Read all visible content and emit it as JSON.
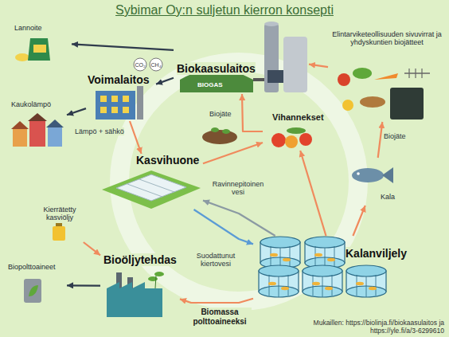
{
  "diagram": {
    "title": "Sybimar Oy:n suljetun kierron konsepti",
    "caption": "Mukaillen: https://biolinja.fi/biokaasulaitos ja https://yle.fi/a/3-6299610",
    "nodes": [
      {
        "text": [
          "Lannoite"
        ]
      },
      {
        "text": [
          "Biokaasulaitos"
        ]
      },
      {
        "text": [
          "Elintarviketeollisuuden sivuvirrat ja yhdyskuntien biojätteet"
        ]
      },
      {
        "text": [
          "Voimalaitos"
        ]
      },
      {
        "text": [
          "Kaukolämpö"
        ]
      },
      {
        "text": [
          "Kasvihuone"
        ]
      },
      {
        "text": [
          "Vihannekset"
        ]
      },
      {
        "text": [
          "Kala"
        ]
      },
      {
        "text": [
          "Kalanviljely"
        ]
      },
      {
        "text": [
          "Kierrätetty kasviöljy"
        ]
      },
      {
        "text": [
          "Bioöljytehdas"
        ]
      },
      {
        "text": [
          "Biopolttoaineet"
        ]
      }
    ],
    "edges": [
      {
        "from": 2,
        "to": 1,
        "arrow": "to"
      },
      {
        "from": 1,
        "to": 0,
        "arrow": "to"
      },
      {
        "from": 1,
        "to": 3,
        "arrow": "to"
      },
      {
        "from": 3,
        "to": 4,
        "arrow": "to"
      },
      {
        "from": 3,
        "to": 5,
        "label": "Lämpö + sähkö",
        "arrow": "to"
      },
      {
        "from": 5,
        "to": 6,
        "arrow": "to"
      },
      {
        "from": 6,
        "to": 1,
        "label": "Biojäte",
        "arrow": "to"
      },
      {
        "from": 7,
        "to": 2,
        "label": "Biojäte",
        "arrow": "to"
      },
      {
        "from": 8,
        "to": 7,
        "arrow": "to"
      },
      {
        "from": 8,
        "to": 6,
        "arrow": "to"
      },
      {
        "from": 8,
        "to": 5,
        "label": "Ravinnepitoinen vesi",
        "arrow": "to"
      },
      {
        "from": 5,
        "to": 8,
        "label": "Suodattunut kiertovesi",
        "arrow": "to"
      },
      {
        "from": 8,
        "to": 10,
        "label": "Biomassa polttoaineeksi",
        "arrow": "to"
      },
      {
        "from": 9,
        "to": 10,
        "arrow": "to"
      },
      {
        "from": 10,
        "to": 11,
        "arrow": "to"
      }
    ],
    "labels": [
      "BIOGAS",
      "CO₂",
      "CH₄"
    ]
  }
}
